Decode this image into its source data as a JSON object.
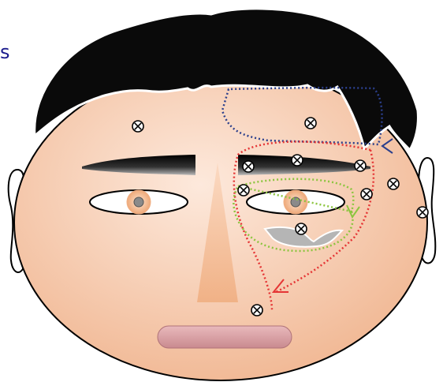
{
  "corner_text": "s",
  "colors": {
    "skin_light": "#fde9dc",
    "skin_dark": "#f1b894",
    "hair": "#0a0a0a",
    "outline": "#000000",
    "nose": "#f4b98c",
    "lips": "#d9a0a4",
    "iris": "#f2b48e",
    "path_blue": "#2b3f8c",
    "path_red": "#e53535",
    "path_green": "#8cc53f",
    "bubble": "#b5b5b5",
    "corner_text": "#1a1a8c"
  },
  "icons": {
    "marker": "circled-x-icon",
    "arrowhead": "chevron-arrow-icon"
  },
  "markers": [
    {
      "name": "forehead-center-marker"
    },
    {
      "name": "forehead-right-marker"
    },
    {
      "name": "brow-inner-marker"
    },
    {
      "name": "brow-middle-marker"
    },
    {
      "name": "brow-outer-marker"
    },
    {
      "name": "inner-canthus-marker"
    },
    {
      "name": "outer-canthus-marker"
    },
    {
      "name": "temple-marker"
    },
    {
      "name": "cheek-edge-marker"
    },
    {
      "name": "infraorbital-marker"
    },
    {
      "name": "mouth-corner-marker"
    }
  ]
}
